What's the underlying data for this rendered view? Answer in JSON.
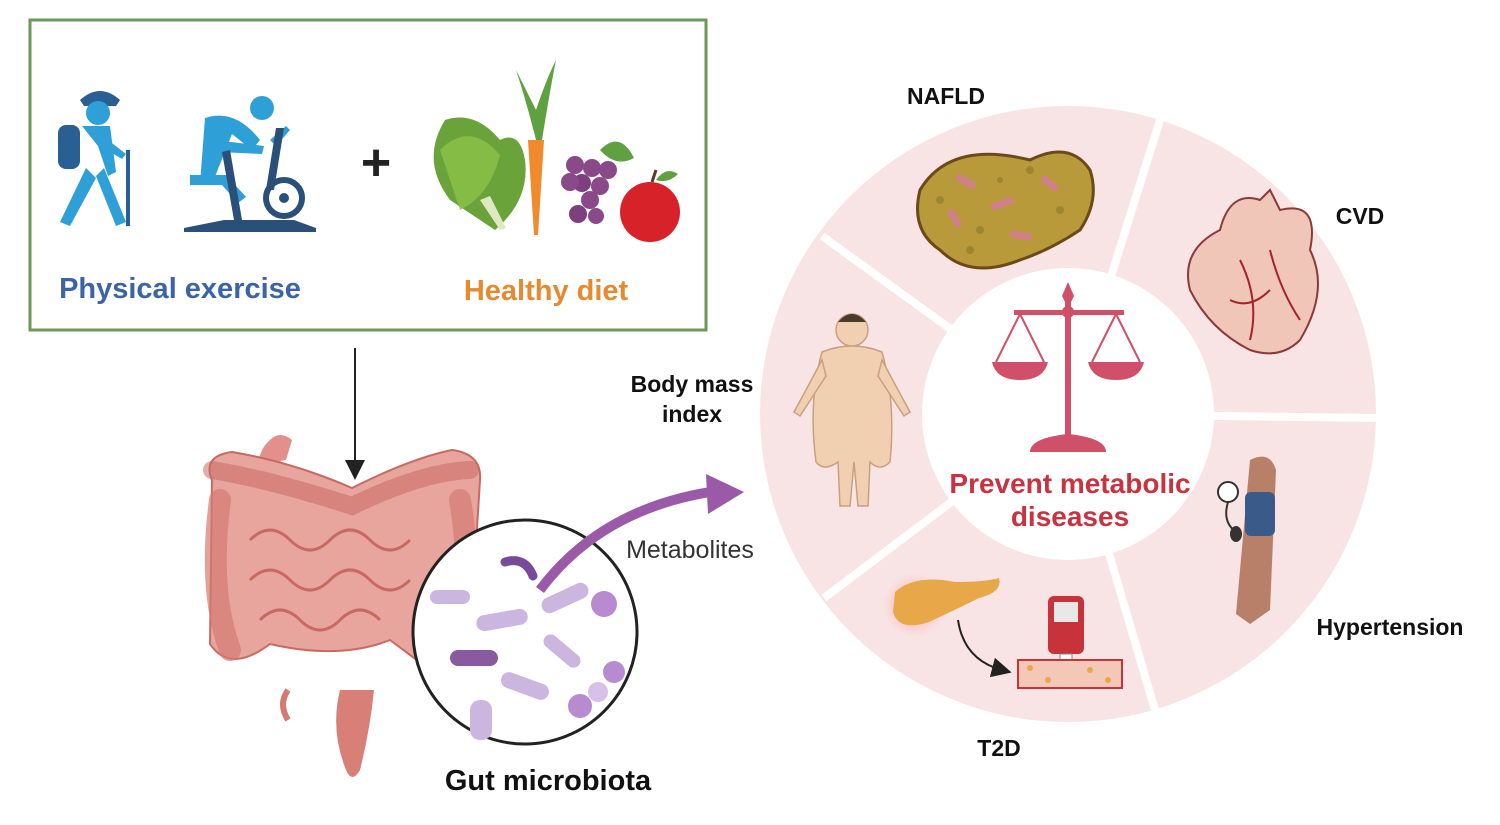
{
  "inputs": {
    "exercise_label": "Physical exercise",
    "diet_label": "Healthy diet",
    "plus_sign": "+"
  },
  "gut": {
    "microbiota_label": "Gut microbiota",
    "metabolites_label": "Metabolites"
  },
  "outcome": {
    "center_line1": "Prevent metabolic",
    "center_line2": "diseases",
    "diseases": {
      "nafld": "NAFLD",
      "cvd": "CVD",
      "hypertension": "Hypertension",
      "t2d": "T2D",
      "bmi_line1": "Body mass",
      "bmi_line2": "index"
    }
  },
  "colors": {
    "box_border": "#6a9a5a",
    "exercise_text": "#3b64a8",
    "exercise_icon": "#2f9fd8",
    "diet_text": "#e8892f",
    "center_text": "#c9323f",
    "ring_fill": "#f8e4e4",
    "scale": "#d0506a",
    "arrow": "#9a5aa8",
    "intestine": "#e3908a"
  },
  "icons": [
    "hiker-icon",
    "exercise-bike-icon",
    "vegetables-icon",
    "gut-icon",
    "microbe-lens-icon",
    "liver-icon",
    "heart-icon",
    "blood-pressure-icon",
    "pancreas-icon",
    "glucometer-icon",
    "obese-person-icon",
    "balance-scale-icon"
  ]
}
